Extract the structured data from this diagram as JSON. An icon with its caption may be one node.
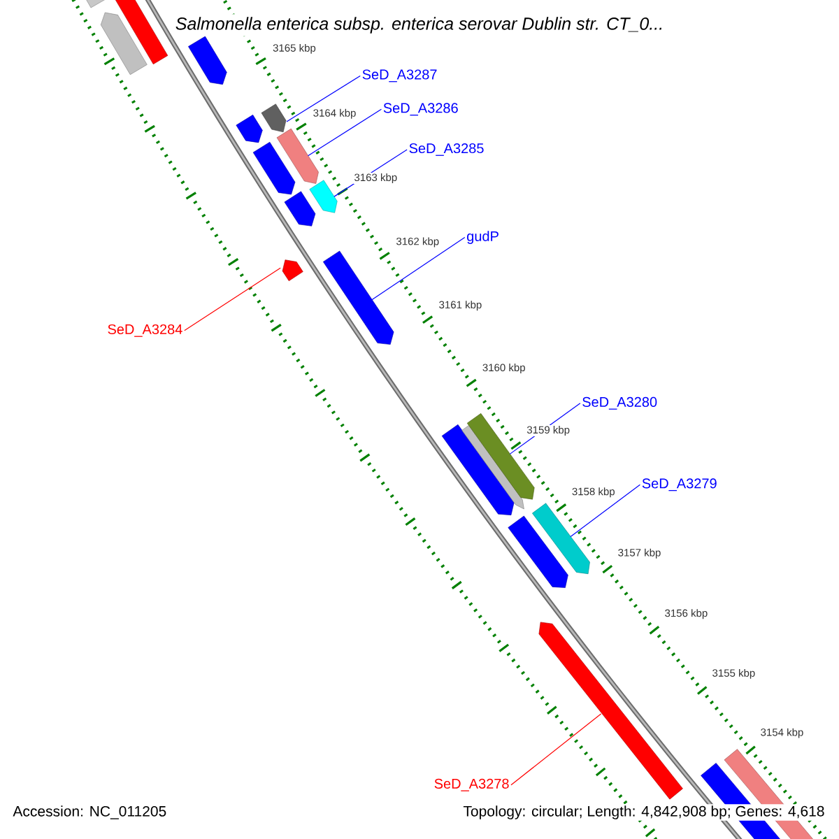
{
  "diagram": {
    "title": "Salmonella enterica subsp. enterica serovar Dublin str. CT_0...",
    "nodes": [
      {
        "text": [
          "SeD_A3287"
        ]
      },
      {
        "text": [
          "SeD_A3286"
        ]
      },
      {
        "text": [
          "SeD_A3285"
        ]
      },
      {
        "text": [
          "gudP"
        ]
      },
      {
        "text": [
          "SeD_A3284"
        ]
      },
      {
        "text": [
          "SeD_A3280"
        ]
      },
      {
        "text": [
          "SeD_A3279"
        ]
      },
      {
        "text": [
          "SeD_A3278"
        ]
      },
      {
        "text": [],
        "shape": "bar"
      },
      {
        "text": [],
        "shape": "bar"
      },
      {
        "text": [],
        "shape": "bar"
      },
      {
        "text": [],
        "shape": "bar"
      },
      {
        "text": [],
        "shape": "bar"
      },
      {
        "text": [],
        "shape": "bar"
      },
      {
        "text": [],
        "shape": "bar"
      },
      {
        "text": [],
        "shape": "bar"
      }
    ],
    "edges": [
      {
        "from": 0,
        "to": 8,
        "arrow": "none"
      },
      {
        "from": 1,
        "to": 9,
        "arrow": "none"
      },
      {
        "from": 2,
        "to": 10,
        "arrow": "none"
      },
      {
        "from": 3,
        "to": 11,
        "arrow": "none"
      },
      {
        "from": 4,
        "to": 12,
        "arrow": "none",
        "color": "#ff0000"
      },
      {
        "from": 5,
        "to": 13,
        "arrow": "none"
      },
      {
        "from": 6,
        "to": 14,
        "arrow": "none"
      },
      {
        "from": 7,
        "to": 15,
        "arrow": "none",
        "color": "#ff0000"
      }
    ],
    "labels": [
      "3165 kbp",
      "3164 kbp",
      "3163 kbp",
      "3162 kbp",
      "3161 kbp",
      "3160 kbp",
      "3159 kbp",
      "3158 kbp",
      "3157 kbp",
      "3156 kbp",
      "3155 kbp",
      "3154 kbp",
      "Accession: NC_011205",
      "Topology: circular; Length: 4,842,908 bp; Genes: 4,618"
    ]
  }
}
